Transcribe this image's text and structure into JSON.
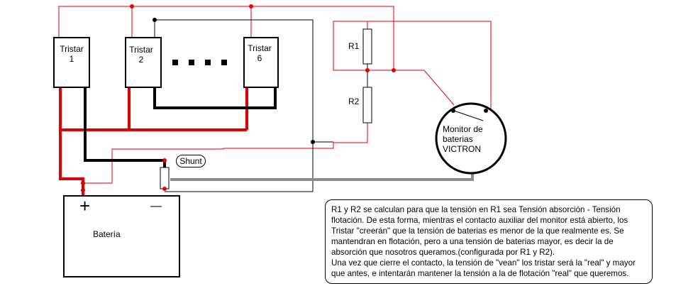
{
  "tristars": [
    {
      "label": "Tristar",
      "number": "1"
    },
    {
      "label": "Tristar",
      "number": "2"
    },
    {
      "label": "Tristar",
      "number": "6"
    }
  ],
  "ellipsis": "■ ■ ■ ■",
  "resistors": {
    "r1": "R1",
    "r2": "R2"
  },
  "shunt": "Shunt",
  "monitor": {
    "line1": "Monitor de",
    "line2": "baterias",
    "line3": "VICTRON"
  },
  "battery": {
    "label": "Batería",
    "plus": "+",
    "minus": "—"
  },
  "note": {
    "paragraph1": "R1 y R2 se calculan para que la tensión en R1 sea Tensión absorción - Tensión flotación.  De esta forma, mientras el contacto auxiliar del monitor está abierto, los Tristar \"creerán\" que la tensión de baterias es menor de la que realmente es. Se mantendran en flotación, pero a una tensión de baterias mayor, es decir la de absorción que nosotros queramos.(configurada por R1 y R2).",
    "paragraph2": "Una vez que cierre el contacto, la tensión de \"vean\" los tristar será la \"real\" y mayor que antes, e intentarán mantener la tensión a la de flotación \"real\" que queremos."
  },
  "colors": {
    "positive": "#e00000",
    "negative": "#000000",
    "shunt_cable": "#8c8c8c"
  }
}
